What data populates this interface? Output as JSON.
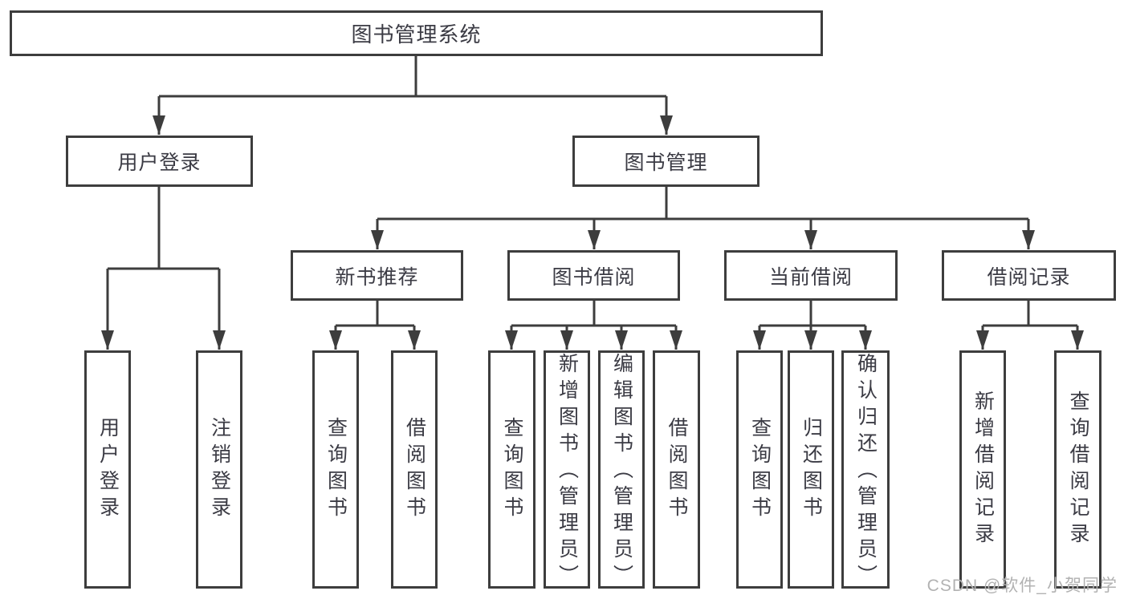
{
  "tree": {
    "root": {
      "label": "图书管理系统",
      "children": [
        {
          "label": "用户登录",
          "children": [
            {
              "label": "用户登录"
            },
            {
              "label": "注销登录"
            }
          ]
        },
        {
          "label": "图书管理",
          "children": [
            {
              "label": "新书推荐",
              "children": [
                {
                  "label": "查询图书"
                },
                {
                  "label": "借阅图书"
                }
              ]
            },
            {
              "label": "图书借阅",
              "children": [
                {
                  "label": "查询图书"
                },
                {
                  "label": "新增图书（管理员）"
                },
                {
                  "label": "编辑图书（管理员）"
                },
                {
                  "label": "借阅图书"
                }
              ]
            },
            {
              "label": "当前借阅",
              "children": [
                {
                  "label": "查询图书"
                },
                {
                  "label": "归还图书"
                },
                {
                  "label": "确认归还（管理员）"
                }
              ]
            },
            {
              "label": "借阅记录",
              "children": [
                {
                  "label": "新增借阅记录"
                },
                {
                  "label": "查询借阅记录"
                }
              ]
            }
          ]
        }
      ]
    }
  },
  "watermark": {
    "text": "CSDN @软件_小贺同学"
  },
  "colors": {
    "line": "#3d3d3d",
    "box_border": "#3d3d3d",
    "text": "#3b3b44",
    "watermark": "#b2b2b2",
    "background": "#ffffff"
  }
}
